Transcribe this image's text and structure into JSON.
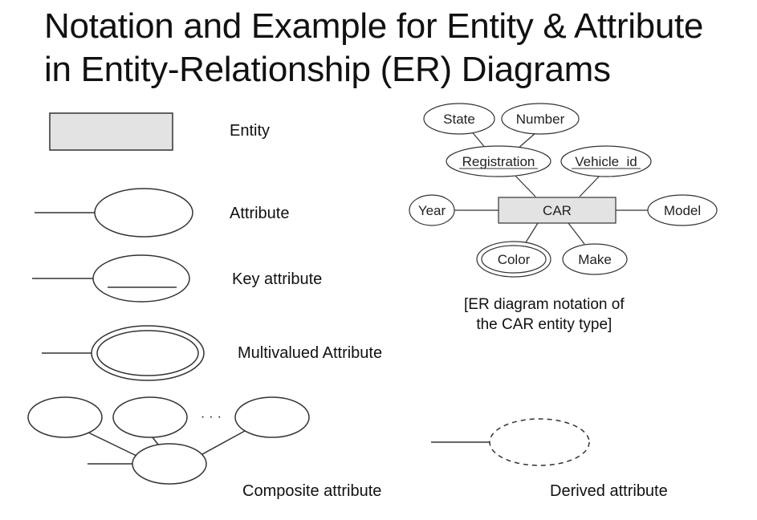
{
  "title": {
    "line1": "Notation and Example for Entity & Attribute",
    "line2": "in Entity-Relationship (ER) Diagrams"
  },
  "legend": {
    "entity": "Entity",
    "attribute": "Attribute",
    "key_attribute": "Key attribute",
    "multivalued_attribute": "Multivalued Attribute",
    "composite_attribute": "Composite attribute",
    "derived_attribute": "Derived attribute",
    "ellipsis": "· · ·"
  },
  "car_example": {
    "entity": "CAR",
    "attributes": {
      "state": "State",
      "number": "Number",
      "registration": "Registration",
      "vehicle_id": "Vehicle_id",
      "year": "Year",
      "model": "Model",
      "color": "Color",
      "make": "Make"
    },
    "caption_line1": "[ER diagram notation of",
    "caption_line2": "the CAR entity type]"
  },
  "colors": {
    "entity_fill": "#e3e3e3",
    "stroke": "#333333"
  }
}
